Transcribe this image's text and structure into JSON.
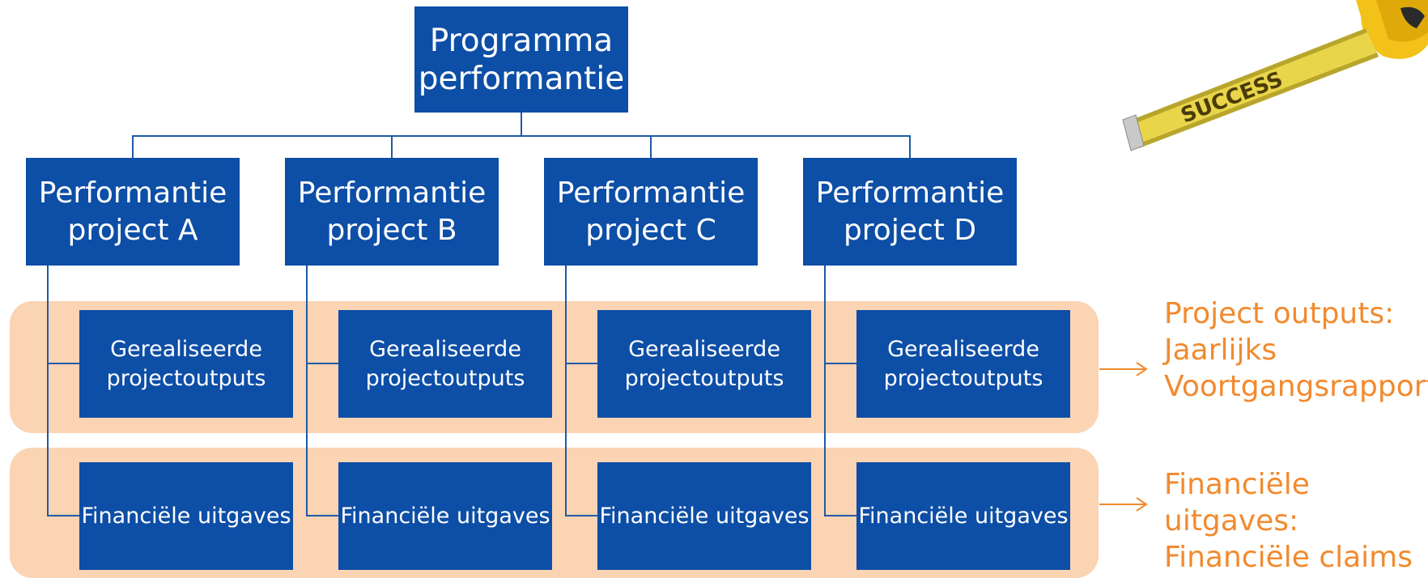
{
  "colors": {
    "box": "#0d4ea6",
    "band": "#fbd4b4",
    "accent": "#f28a2e",
    "connector": "#1f5aa6"
  },
  "root": {
    "line1": "Programma",
    "line2": "performantie"
  },
  "projects": [
    {
      "line1": "Performantie",
      "line2": "project A"
    },
    {
      "line1": "Performantie",
      "line2": "project B"
    },
    {
      "line1": "Performantie",
      "line2": "project C"
    },
    {
      "line1": "Performantie",
      "line2": "project D"
    }
  ],
  "outputs_box": {
    "line1": "Gerealiseerde",
    "line2": "projectoutputs"
  },
  "finance_box": {
    "label": "Financiële uitgaves"
  },
  "side_labels": {
    "outputs": {
      "line1": "Project outputs:",
      "line2": "Jaarlijks",
      "line3": "Voortgangsrapport"
    },
    "finance": {
      "line1": "Financiële uitgaves:",
      "line2": "Financiële claims"
    }
  },
  "image": {
    "icon": "measuring-tape-icon",
    "text": "SUCCESS"
  }
}
